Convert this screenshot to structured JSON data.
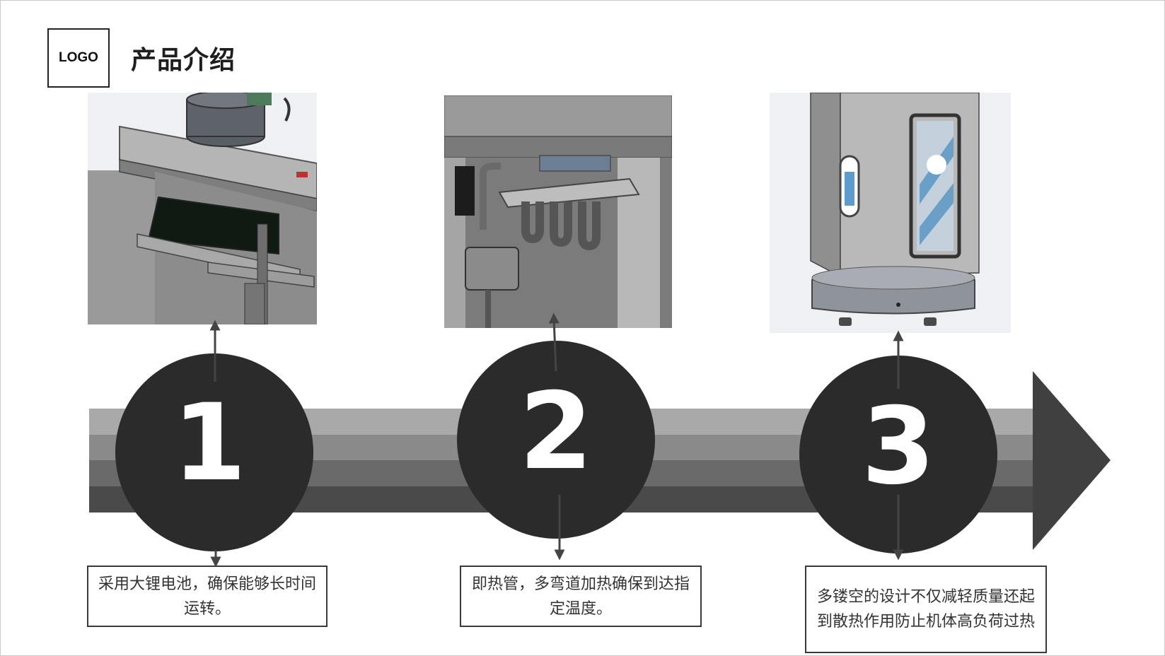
{
  "header": {
    "logo_text": "LOGO",
    "title": "产品介绍"
  },
  "steps": [
    {
      "number": "1",
      "caption": "采用大锂电池，确保能够长时间运转。",
      "image_icon": "battery-compartment-render"
    },
    {
      "number": "2",
      "caption": "即热管，多弯道加热确保到达指定温度。",
      "image_icon": "heating-tube-render"
    },
    {
      "number": "3",
      "caption": "多镂空的设计不仅减轻质量还起到散热作用防止机体高负荷过热",
      "image_icon": "hollow-body-render"
    }
  ],
  "colors": {
    "circle": "#2b2b2b",
    "arrow_head": "#404040",
    "band_1": "#a9a9a9",
    "band_2": "#8a8a8a",
    "band_3": "#6a6a6a",
    "band_4": "#4a4a4a",
    "connector": "#444444"
  }
}
